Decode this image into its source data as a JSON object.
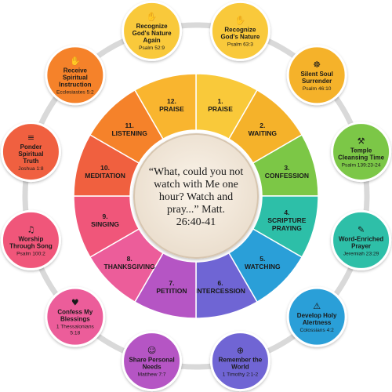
{
  "center": {
    "text_lines": [
      "“What, could you not",
      "watch with Me one",
      "hour? Watch and",
      "pray...” Matt.",
      "26:40-41"
    ]
  },
  "segments": [
    {
      "number": "1.",
      "label": "PRAISE",
      "color": "#f9c93a"
    },
    {
      "number": "2.",
      "label": "WAITING",
      "color": "#f5b22a"
    },
    {
      "number": "3.",
      "label": "CONFESSION",
      "color": "#7cc746"
    },
    {
      "number": "4.",
      "label": "SCRIPTURE PRAYING",
      "color": "#2dbfa8"
    },
    {
      "number": "5.",
      "label": "WATCHING",
      "color": "#2a9fd8"
    },
    {
      "number": "6.",
      "label": "INTERCESSION",
      "color": "#6f65d4"
    },
    {
      "number": "7.",
      "label": "PETITION",
      "color": "#b555c4"
    },
    {
      "number": "8.",
      "label": "THANKSGIVING",
      "color": "#ec5d9a"
    },
    {
      "number": "9.",
      "label": "SINGING",
      "color": "#f0567a"
    },
    {
      "number": "10.",
      "label": "MEDITATION",
      "color": "#f0603f"
    },
    {
      "number": "11.",
      "label": "LISTENING",
      "color": "#f5822a"
    },
    {
      "number": "12.",
      "label": "PRAISE",
      "color": "#f9b52f"
    }
  ],
  "outer": [
    {
      "title_lines": [
        "Recognize",
        "God's Nature"
      ],
      "ref": "Psalm 63:3",
      "icon": "praying-hands-icon",
      "glyph": "✋",
      "color": "#f9c93a"
    },
    {
      "title_lines": [
        "Silent Soul",
        "Surrender"
      ],
      "ref": "Psalm 46:10",
      "icon": "meditation-icon",
      "glyph": "☸",
      "color": "#f5b22a"
    },
    {
      "title_lines": [
        "Temple",
        "Cleansing Time"
      ],
      "ref": "Psalm 139:23-24",
      "icon": "broom-icon",
      "glyph": "⚒",
      "color": "#7cc746"
    },
    {
      "title_lines": [
        "Word-Enriched",
        "Prayer"
      ],
      "ref": "Jeremiah 23:29",
      "icon": "pencil-note-icon",
      "glyph": "✎",
      "color": "#2dbfa8"
    },
    {
      "title_lines": [
        "Develop Holy",
        "Alertness"
      ],
      "ref": "Colossians 4:2",
      "icon": "siren-icon",
      "glyph": "⚠",
      "color": "#2a9fd8"
    },
    {
      "title_lines": [
        "Remember the",
        "World"
      ],
      "ref": "1 Timothy 2:1-2",
      "icon": "globe-icon",
      "glyph": "⊕",
      "color": "#6f65d4"
    },
    {
      "title_lines": [
        "Share Personal",
        "Needs"
      ],
      "ref": "Matthew 7:7",
      "icon": "person-icon",
      "glyph": "☺",
      "color": "#b555c4"
    },
    {
      "title_lines": [
        "Confess My",
        "Blessings"
      ],
      "ref_lines": [
        "1 Thessalonians",
        "5:18"
      ],
      "icon": "heart-icon",
      "glyph": "♥",
      "color": "#ec5d9a"
    },
    {
      "title_lines": [
        "Worship",
        "Through Song"
      ],
      "ref": "Psalm 100:2",
      "icon": "music-note-icon",
      "glyph": "♫",
      "color": "#f0567a"
    },
    {
      "title_lines": [
        "Ponder",
        "Spiritual",
        "Truth"
      ],
      "ref": "Joshua 1:8",
      "icon": "book-icon",
      "glyph": "≡",
      "color": "#f0603f"
    },
    {
      "title_lines": [
        "Receive",
        "Spiritual",
        "Instruction"
      ],
      "ref": "Ecclesiastes 5:2",
      "icon": "hand-icon",
      "glyph": "✋",
      "color": "#f5822a"
    },
    {
      "title_lines": [
        "Recognize",
        "God's Nature",
        "Again"
      ],
      "ref": "Psalm 52:9",
      "icon": "praying-hands-icon",
      "glyph": "✋",
      "color": "#f9c93a"
    }
  ]
}
